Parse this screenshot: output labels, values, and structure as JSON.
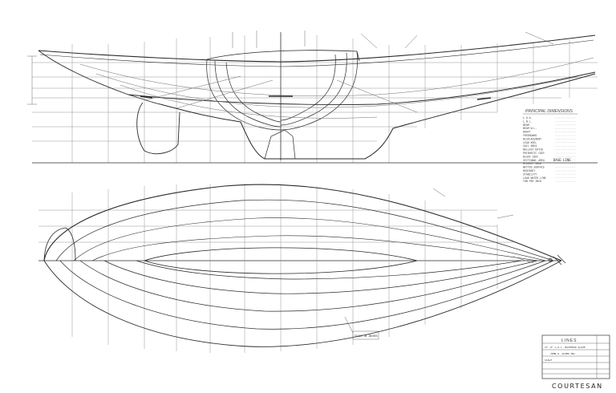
{
  "drawing": {
    "boat_name": "COURTESAN",
    "title_block": {
      "title": "LINES",
      "subtitle": "37'-0\" L.O.L. MASTHEAD SLOOP",
      "designer": "JOHN G. ALDEN INC.",
      "scale": "SCALE"
    },
    "principal_dimensions": {
      "heading": "PRINCIPAL DIMENSIONS",
      "rows": [
        "L.O.A.",
        "L.W.L.",
        "BEAM",
        "BEAM W.L.",
        "DRAFT",
        "FREEBOARD",
        "DISPLACEMENT",
        "LEAD KEEL",
        "SAIL AREA",
        "BALLAST RATIO",
        "PRISMATIC COEF.",
        "BLOCK COEF.",
        "SECTIONAL AREA",
        "MIDSHIP AREA",
        "WETTED SURFACE",
        "BUOYANCY",
        "STABILITY",
        "LOAD WATER LINE",
        "TON PER INCH"
      ]
    },
    "labels": {
      "base_line": "BASE LINE",
      "detail_note": "SCALE IN INCHES"
    },
    "colors": {
      "paper": "#ffffff",
      "ink": "#2a2a2a"
    }
  }
}
